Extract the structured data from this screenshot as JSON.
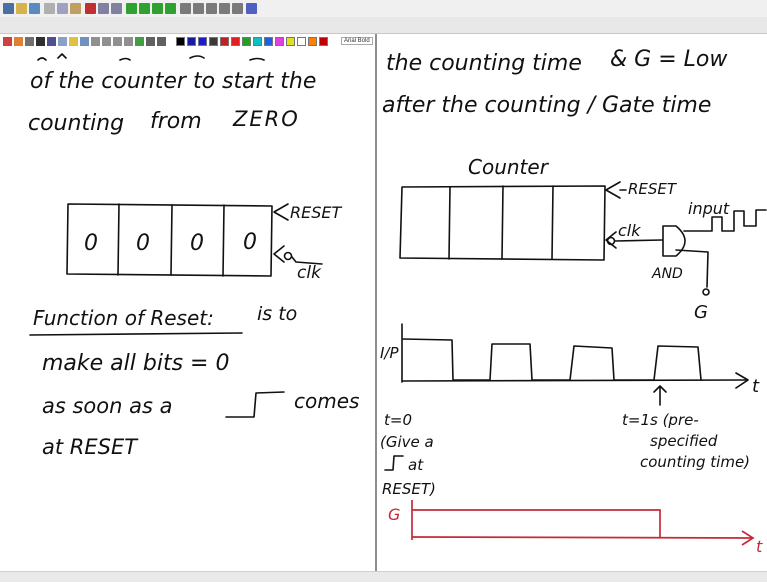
{
  "toolbar": {
    "font_name": "Arial Bold",
    "palette": [
      "#000000",
      "#1a1aa0",
      "#1a1ad0",
      "#3a3a3a",
      "#c02020",
      "#e02020",
      "#20a020",
      "#10c0c0",
      "#2060e0",
      "#e040e0",
      "#e0e020",
      "#ffffff",
      "#ff8000",
      "#c00000"
    ]
  },
  "left": {
    "line1": "of the counter to start the",
    "line2a": "counting",
    "line2b": "from",
    "line2c": "ZERO",
    "bits": [
      "0",
      "0",
      "0",
      "0"
    ],
    "reset_label": "RESET",
    "clk_label": "clk",
    "function_title": "Function of Reset:",
    "function_rest": "is to",
    "make_line": "make all bits = 0",
    "soon_line_a": "as soon as a",
    "soon_line_b": "comes",
    "at_line": "at RESET"
  },
  "right": {
    "line1a": "the counting time",
    "line1b": "& G = Low",
    "line2": "after the counting / Gate time",
    "counter_label": "Counter",
    "reset_label": "RESET",
    "clk_label": "clk",
    "input_label": "input",
    "and_label": "AND",
    "g_label": "G",
    "ip_label": "I/P",
    "t_axis": "t",
    "t0_label": "t=0",
    "give_a": "(Give a",
    "at_label": "at",
    "reset_close": "RESET)",
    "t1_label": "t=1s (pre-",
    "specified": "specified",
    "counting_time": "counting time)",
    "g_timing": "G",
    "t_axis2": "t"
  }
}
